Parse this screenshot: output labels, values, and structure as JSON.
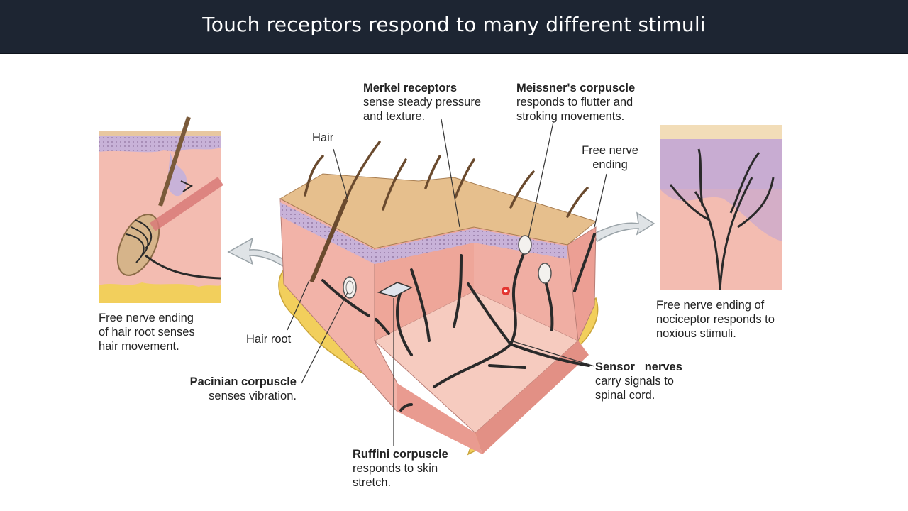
{
  "slide": {
    "title": "Touch receptors respond to many different stimuli"
  },
  "labels": {
    "merkel": {
      "name": "Merkel receptors",
      "desc": "sense steady pressure\nand texture."
    },
    "meissner": {
      "name": "Meissner's corpuscle",
      "desc": "responds to flutter and\nstroking movements."
    },
    "hair": {
      "text": "Hair"
    },
    "free_nerve": {
      "text": "Free nerve\nending"
    },
    "hair_root": {
      "text": "Hair root"
    },
    "hair_root_ending": {
      "text": "Free nerve ending\nof hair root senses\nhair movement."
    },
    "nociceptor": {
      "text": "Free nerve ending of\nnociceptor responds to\nnoxious stimuli."
    },
    "pacinian": {
      "name": "Pacinian corpuscle",
      "desc": "senses vibration."
    },
    "sensor_nerves": {
      "name": "Sensor   nerves",
      "desc": "carry signals to\nspinal cord."
    },
    "ruffini": {
      "name": "Ruffini corpuscle",
      "desc": "responds to skin\nstretch."
    }
  },
  "colors": {
    "title_bar": "#1d2532",
    "dermis": "#f2b6ac",
    "epidermis": "#e6bf8d",
    "fat": "#f2cf5c",
    "nerve": "#2a2a2a",
    "cursor": "#e0201c"
  }
}
